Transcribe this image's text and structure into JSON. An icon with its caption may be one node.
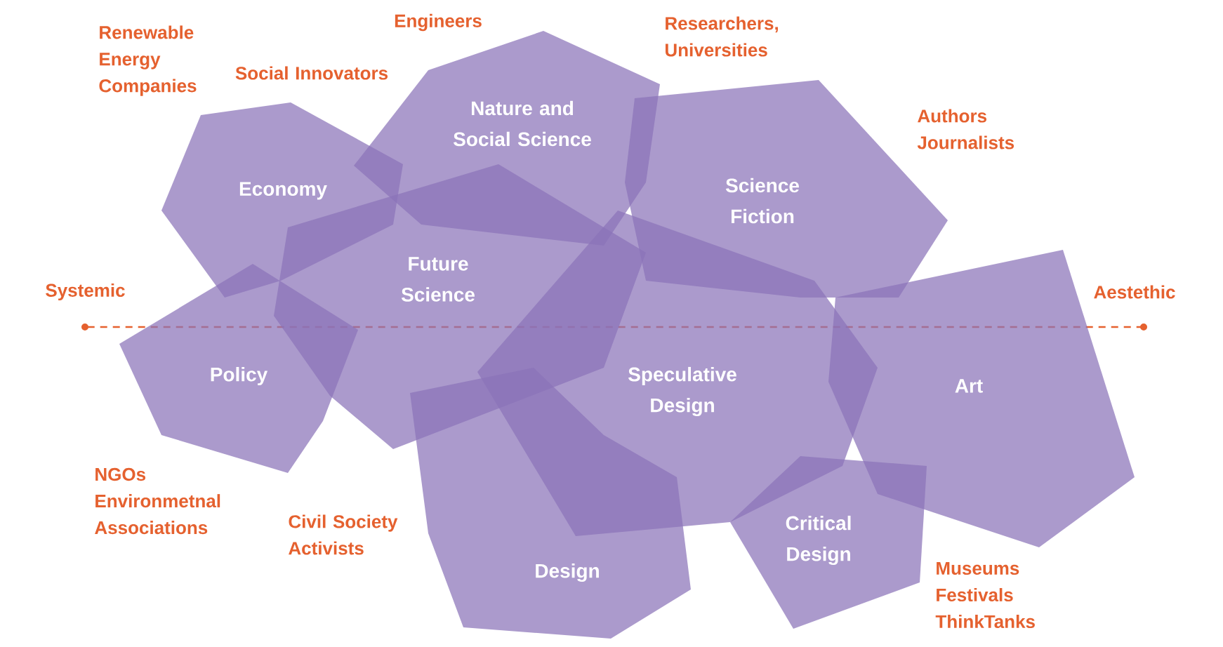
{
  "diagram": {
    "nodes": [
      {
        "text": [
          "Economy"
        ]
      },
      {
        "text": [
          "Nature and Social Science"
        ]
      },
      {
        "text": [
          "Science Fiction"
        ]
      },
      {
        "text": [
          "Future Science"
        ]
      },
      {
        "text": [
          "Policy"
        ]
      },
      {
        "text": [
          "Speculative Design"
        ]
      },
      {
        "text": [
          "Art"
        ]
      },
      {
        "text": [
          "Design"
        ]
      },
      {
        "text": [
          "Critical Design"
        ]
      }
    ],
    "labels": [
      "Renewable Energy Companies",
      "Engineers",
      "Social Innovators",
      "Researchers, Universities",
      "Authors Journalists",
      "Systemic",
      "Aestethic",
      "NGOs Environmetnal Associations",
      "Civil Society Activists",
      "Museums Festivals ThinkTanks"
    ]
  }
}
